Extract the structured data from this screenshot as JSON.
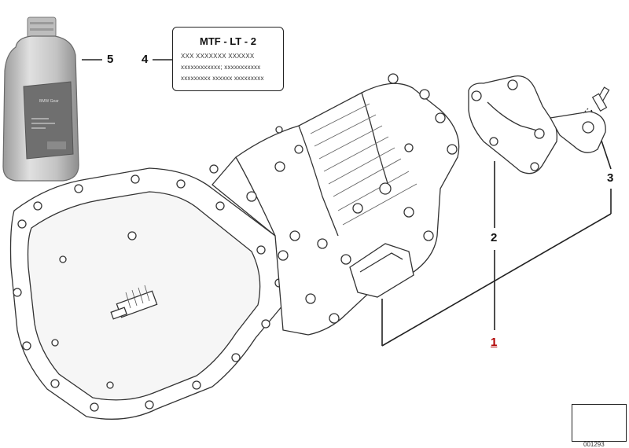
{
  "callouts": {
    "c1": "1",
    "c2": "2",
    "c3": "3",
    "c4": "4",
    "c5": "5"
  },
  "fluid_label": {
    "title": "MTF - LT - 2",
    "row1": "XXX XXXXXXX XXXXXX",
    "row2": "xxxxxxxxxxxx; xxxxxxxxxxx",
    "row3": "xxxxxxxxx xxxxxx xxxxxxxxx"
  },
  "oil_bottle": {
    "brand_text": "BMW Gear"
  },
  "diagram_code": "001293",
  "colors": {
    "line": "#222222",
    "highlight": "#b00000",
    "bottle_body": "#c9c9c9"
  }
}
